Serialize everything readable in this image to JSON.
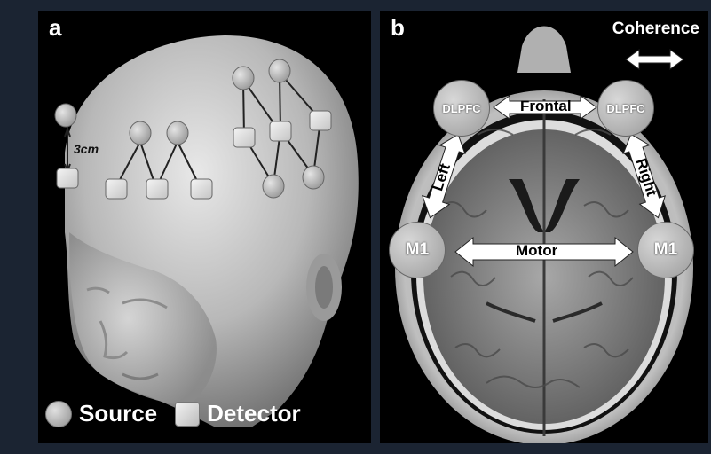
{
  "panel_a": {
    "letter": "a",
    "distance_label": "3cm",
    "legend": {
      "source": "Source",
      "detector": "Detector"
    }
  },
  "panel_b": {
    "letter": "b",
    "coherence_label": "Coherence",
    "regions": {
      "dlpfc_left": "DLPFC",
      "dlpfc_right": "DLPFC",
      "m1_left": "M1",
      "m1_right": "M1"
    },
    "connections": {
      "frontal": "Frontal",
      "motor": "Motor",
      "left": "Left",
      "right": "Right"
    }
  },
  "colors": {
    "background": "#1b2432",
    "panel": "#000000",
    "optode": "#bdbdbd"
  }
}
